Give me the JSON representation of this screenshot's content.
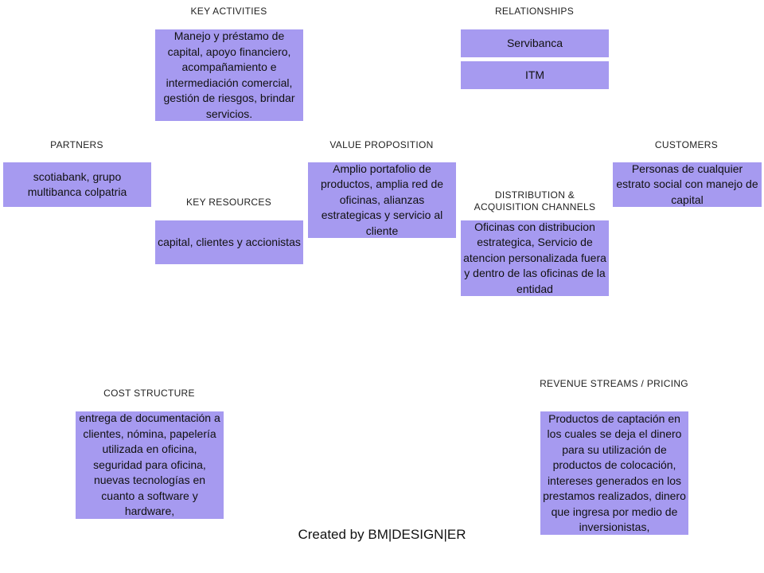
{
  "labels": {
    "key_activities": "KEY ACTIVITIES",
    "relationships": "RELATIONSHIPS",
    "partners": "PARTNERS",
    "value_proposition": "VALUE PROPOSITION",
    "customers": "CUSTOMERS",
    "key_resources": "KEY RESOURCES",
    "distribution": "DISTRIBUTION  & ACQUISITION  CHANNELS",
    "cost_structure": "COST  STRUCTURE",
    "revenue_streams": "REVENUE STREAMS / PRICING"
  },
  "boxes": {
    "key_activities": "Manejo y préstamo de capital, apoyo financiero, acompañamiento e intermediación comercial, gestión de riesgos, brindar servicios.",
    "relationship_1": "Servibanca",
    "relationship_2": "ITM",
    "partners": "scotiabank, grupo multibanca colpatria",
    "value_proposition": "Amplio portafolio de productos, amplia red de oficinas, alianzas estrategicas y servicio al cliente",
    "customers": "Personas de cualquier estrato social con manejo de capital",
    "key_resources": "capital, clientes y accionistas",
    "distribution": "Oficinas con distribucion estrategica, Servicio de atencion personalizada fuera y dentro de las oficinas de la entidad",
    "cost_structure": "entrega de documentación a clientes, nómina, papelería utilizada en oficina, seguridad para oficina, nuevas tecnologías en cuanto a software y hardware,",
    "revenue_streams": "Productos de captación en los cuales se deja el dinero para su utilización de productos de colocación, intereses generados en los prestamos realizados, dinero que ingresa por medio de inversionistas,"
  },
  "footer": "Created by BM|DESIGN|ER",
  "colors": {
    "box_fill": "#a69af0",
    "background": "#ffffff"
  }
}
